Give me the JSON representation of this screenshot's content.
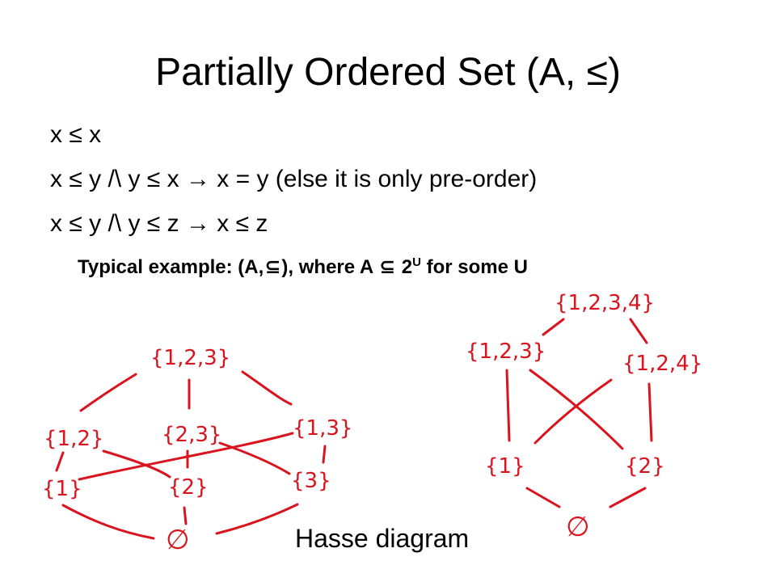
{
  "title": "Partially Ordered Set (A, ≤)",
  "axioms": [
    "x ≤ x",
    "x ≤ y /\\ y ≤ x  →  x = y  (else it is only pre-order)",
    "x ≤ y /\\ y ≤ z  →  x ≤ z"
  ],
  "example": {
    "prefix": "Typical example: (A,",
    "middle": "), where A ",
    "base": "2",
    "sup": "U",
    "suffix": "  for some U",
    "subset_symbol": "⊆"
  },
  "caption": "Hasse diagram",
  "colors": {
    "ink": "#d9141e"
  },
  "diagram_left": {
    "nodes": {
      "n123": "{1,2,3}",
      "n12": "{1,2}",
      "n23": "{2,3}",
      "n13": "{1,3}",
      "n1": "{1}",
      "n2": "{2}",
      "n3": "{3}",
      "empty": "∅"
    }
  },
  "diagram_right": {
    "nodes": {
      "n1234": "{1,2,3,4}",
      "n123": "{1,2,3}",
      "n124": "{1,2,4}",
      "n1": "{1}",
      "n2": "{2}",
      "empty": "∅"
    }
  }
}
